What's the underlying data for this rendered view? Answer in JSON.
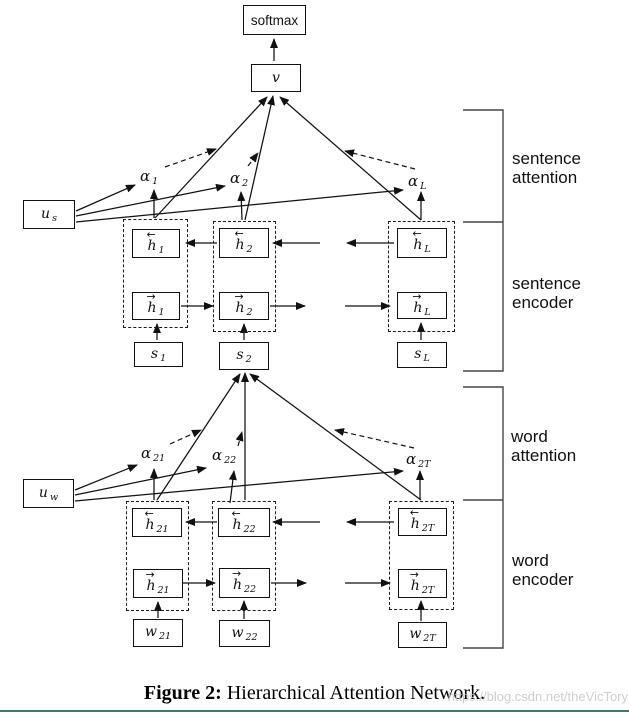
{
  "nodes": {
    "softmax_label": "softmax",
    "v": {
      "base": "v"
    },
    "us": {
      "base": "u",
      "sub": "s"
    },
    "uw": {
      "base": "u",
      "sub": "w"
    },
    "sentence_cols": [
      {
        "alpha": {
          "base": "α",
          "sub": "1"
        },
        "hb": {
          "arrow": "←",
          "base": "h",
          "sub": "1"
        },
        "hf": {
          "arrow": "→",
          "base": "h",
          "sub": "1"
        },
        "input": {
          "base": "s",
          "sub": "1"
        }
      },
      {
        "alpha": {
          "base": "α",
          "sub": "2"
        },
        "hb": {
          "arrow": "←",
          "base": "h",
          "sub": "2"
        },
        "hf": {
          "arrow": "→",
          "base": "h",
          "sub": "2"
        },
        "input": {
          "base": "s",
          "sub": "2"
        }
      },
      {
        "alpha": {
          "base": "α",
          "sub": "L"
        },
        "hb": {
          "arrow": "←",
          "base": "h",
          "sub": "L"
        },
        "hf": {
          "arrow": "→",
          "base": "h",
          "sub": "L"
        },
        "input": {
          "base": "s",
          "sub": "L"
        }
      }
    ],
    "word_cols": [
      {
        "alpha": {
          "base": "α",
          "sub": "21"
        },
        "hb": {
          "arrow": "←",
          "base": "h",
          "sub": "21"
        },
        "hf": {
          "arrow": "→",
          "base": "h",
          "sub": "21"
        },
        "input": {
          "base": "w",
          "sub": "21"
        }
      },
      {
        "alpha": {
          "base": "α",
          "sub": "22"
        },
        "hb": {
          "arrow": "←",
          "base": "h",
          "sub": "22"
        },
        "hf": {
          "arrow": "→",
          "base": "h",
          "sub": "22"
        },
        "input": {
          "base": "w",
          "sub": "22"
        }
      },
      {
        "alpha": {
          "base": "α",
          "sub": "2T"
        },
        "hb": {
          "arrow": "←",
          "base": "h",
          "sub": "2T"
        },
        "hf": {
          "arrow": "→",
          "base": "h",
          "sub": "2T"
        },
        "input": {
          "base": "w",
          "sub": "2T"
        }
      }
    ]
  },
  "section_labels": {
    "sentence_attention": {
      "line1": "sentence",
      "line2": "attention"
    },
    "sentence_encoder": {
      "line1": "sentence",
      "line2": "encoder"
    },
    "word_attention": {
      "line1": "word",
      "line2": "attention"
    },
    "word_encoder": {
      "line1": "word",
      "line2": "encoder"
    }
  },
  "caption": {
    "prefix": "Figure 2:",
    "text": " Hierarchical Attention Network."
  },
  "watermark": "https://blog.csdn.net/theVicTory",
  "colors": {
    "line": "#111111",
    "bracket": "#474747",
    "watermark": "#c9c9c9",
    "bottom_bar": "#45757d",
    "background": "#ffffff"
  }
}
